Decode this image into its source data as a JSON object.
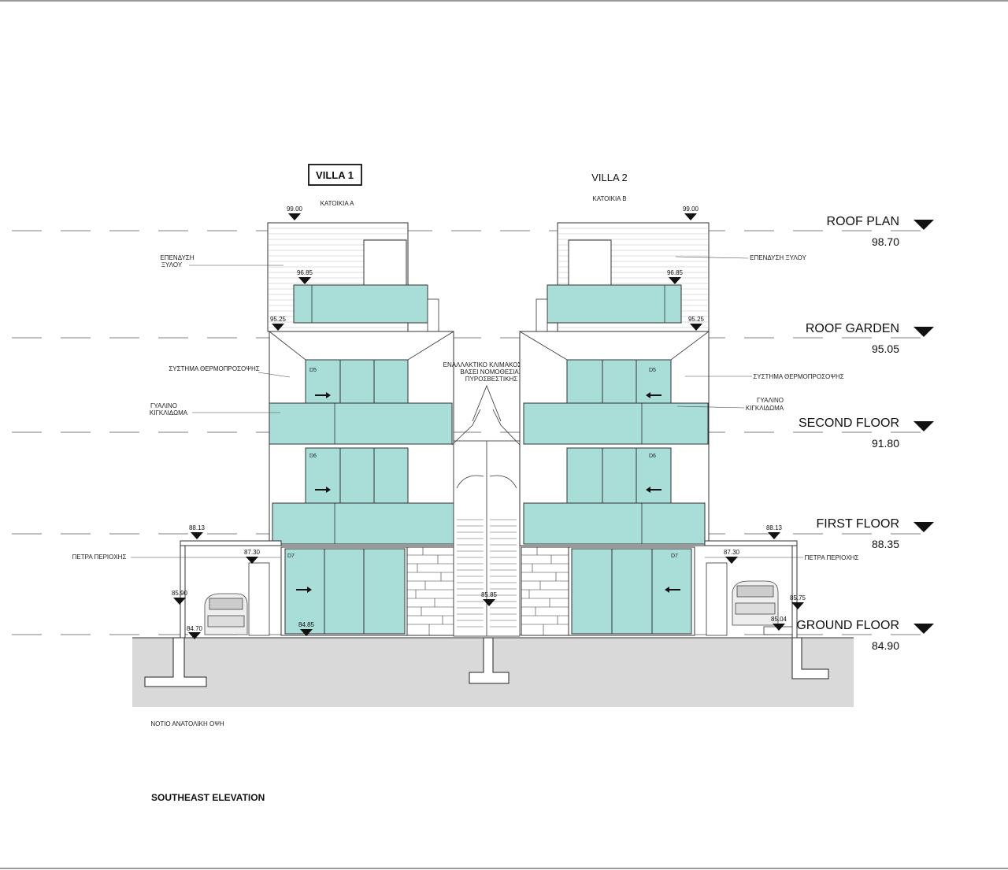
{
  "villas": [
    {
      "name": "VILLA 1",
      "sub": "ΚΑΤΟΙΚΙΑ Α"
    },
    {
      "name": "VILLA 2",
      "sub": "ΚΑΤΟΙΚΙΑ Β"
    }
  ],
  "levels": [
    {
      "name": "ROOF PLAN",
      "value": "98.70"
    },
    {
      "name": "ROOF GARDEN",
      "value": "95.05"
    },
    {
      "name": "SECOND FLOOR",
      "value": "91.80"
    },
    {
      "name": "FIRST FLOOR",
      "value": "88.35"
    },
    {
      "name": "GROUND FLOOR",
      "value": "84.90"
    }
  ],
  "elevations": {
    "e1": "99.00",
    "e2": "99.00",
    "e3": "96.85",
    "e4": "96.85",
    "e5": "95.25",
    "e6": "95.25",
    "e7": "88.13",
    "e8": "88.13",
    "e9": "87.30",
    "e10": "87.30",
    "e11": "85.90",
    "e12": "85.75",
    "e13": "85.85",
    "e14": "84.70",
    "e15": "84.85",
    "e16": "85.04"
  },
  "annotations": {
    "wood_cladding_left_1": "ΕΠΕΝΔΥΣΗ",
    "wood_cladding_left_2": "ΞΥΛΟΥ",
    "wood_cladding_right": "ΕΠΕΝΔΥΣΗ ΞΥΛΟΥ",
    "thermal_left": "ΣΥΣΤΗΜΑ ΘΕΡΜΟΠΡΟΣΟΨΗΣ",
    "thermal_right": "ΣΥΣΤΗΜΑ ΘΕΡΜΟΠΡΟΣΟΨΗΣ",
    "glass_left_1": "ΓΥΑΛΙΝΟ",
    "glass_left_2": "ΚΙΓΚΛΙΔΩΜΑ",
    "glass_right_1": "ΓΥΑΛΙΝΟ",
    "glass_right_2": "ΚΙΓΚΛΙΔΩΜΑ",
    "stone_left": "ΠΕΤΡΑ ΠΕΡΙΟΧΗΣ",
    "stone_right": "ΠΕΤΡΑ ΠΕΡΙΟΧΗΣ",
    "stair_1": "ΕΝΑΛΛΑΚΤΙΚΟ ΚΛΙΜΑΚΟΣΤΑΣΙΟ",
    "stair_2": "ΒΑΣΕΙ ΝΟΜΟΘΕΣΙΑΣ",
    "stair_3": "ΠΥΡΟΣΒΕΣΤΙΚΗΣ"
  },
  "door_labels": {
    "d5": "D5",
    "d6": "D6",
    "d7": "D7"
  },
  "captions": {
    "greek": "ΝΟΤΙΟ ΑΝΑΤΟΛΙΚΗ ΟΨΗ",
    "title": "SOUTHEAST ELEVATION"
  },
  "colors": {
    "glass": "#a9ddd8",
    "line": "#222222",
    "ground": "#d9d9d9"
  }
}
